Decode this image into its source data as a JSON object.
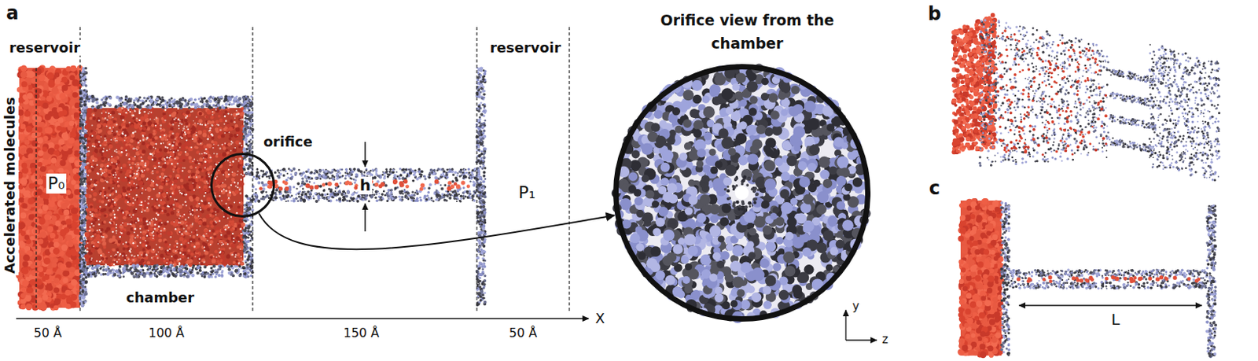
{
  "diagram": {
    "nodes": [
      {
        "text": [
          "orifice"
        ]
      },
      {
        "text": [
          "Orifice view from the chamber"
        ]
      }
    ],
    "edges": [
      {
        "from": 0,
        "to": 1,
        "arrow": "to"
      }
    ],
    "labels": [
      "a",
      "reservoir",
      "reservoir",
      "Accelerated molecules",
      "P₀",
      "P₁",
      "h",
      "chamber",
      "50 Å",
      "100 Å",
      "150 Å",
      "50 Å",
      "X",
      "y",
      "z",
      "b",
      "c",
      "L"
    ]
  }
}
